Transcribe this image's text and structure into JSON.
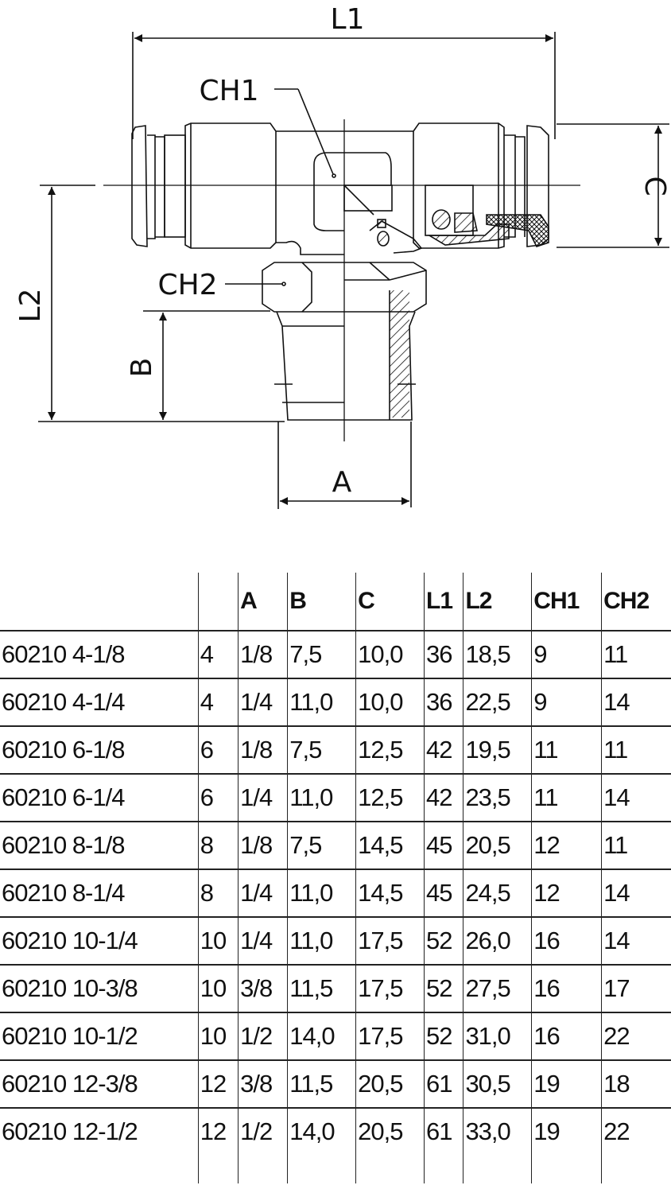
{
  "drawing": {
    "labels": {
      "L1": "L1",
      "L2": "L2",
      "CH1": "CH1",
      "CH2": "CH2",
      "A": "A",
      "B": "B",
      "C": "C"
    }
  },
  "table": {
    "headers": [
      "",
      "",
      "A",
      "B",
      "C",
      "L1",
      "L2",
      "CH1",
      "CH2"
    ],
    "rows": [
      [
        "60210 4-1/8",
        "4",
        "1/8",
        "7,5",
        "10,0",
        "36",
        "18,5",
        "9",
        "11"
      ],
      [
        "60210 4-1/4",
        "4",
        "1/4",
        "11,0",
        "10,0",
        "36",
        "22,5",
        "9",
        "14"
      ],
      [
        "60210 6-1/8",
        "6",
        "1/8",
        "7,5",
        "12,5",
        "42",
        "19,5",
        "11",
        "11"
      ],
      [
        "60210 6-1/4",
        "6",
        "1/4",
        "11,0",
        "12,5",
        "42",
        "23,5",
        "11",
        "14"
      ],
      [
        "60210 8-1/8",
        "8",
        "1/8",
        "7,5",
        "14,5",
        "45",
        "20,5",
        "12",
        "11"
      ],
      [
        "60210 8-1/4",
        "8",
        "1/4",
        "11,0",
        "14,5",
        "45",
        "24,5",
        "12",
        "14"
      ],
      [
        "60210 10-1/4",
        "10",
        "1/4",
        "11,0",
        "17,5",
        "52",
        "26,0",
        "16",
        "14"
      ],
      [
        "60210 10-3/8",
        "10",
        "3/8",
        "11,5",
        "17,5",
        "52",
        "27,5",
        "16",
        "17"
      ],
      [
        "60210 10-1/2",
        "10",
        "1/2",
        "14,0",
        "17,5",
        "52",
        "31,0",
        "16",
        "22"
      ],
      [
        "60210 12-3/8",
        "12",
        "3/8",
        "11,5",
        "20,5",
        "61",
        "30,5",
        "19",
        "18"
      ],
      [
        "60210 12-1/2",
        "12",
        "1/2",
        "14,0",
        "20,5",
        "61",
        "33,0",
        "19",
        "22"
      ]
    ]
  }
}
